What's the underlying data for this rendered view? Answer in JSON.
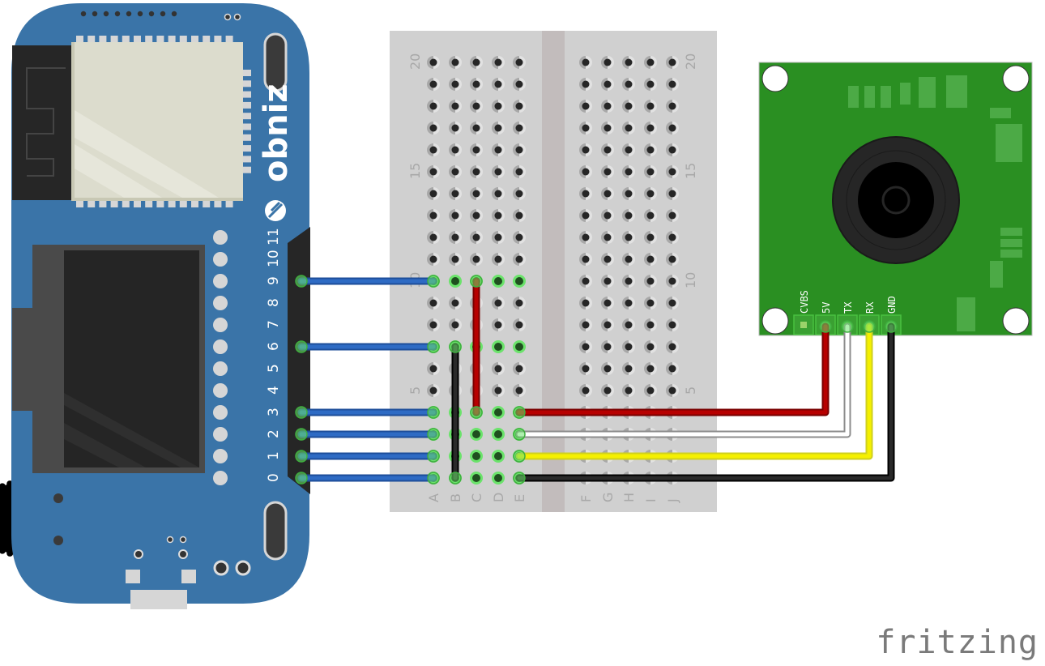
{
  "diagram": {
    "tool_watermark": "fritzing",
    "colors": {
      "board_blue": "#3a74a8",
      "board_dark": "#262626",
      "module_cream": "#dcdccd",
      "breadboard": "#d0d0d0",
      "breadboard_channel": "#c2bcbc",
      "camera_pcb": "#2a8f22",
      "wire_blue": "#2e6bc4",
      "wire_red": "#b70000",
      "wire_black": "#2a2a2a",
      "wire_white": "#ffffff",
      "wire_yellow": "#f5f000",
      "connected_highlight": "#6be36b"
    },
    "obniz": {
      "logo_text": "obniz",
      "pin_labels": [
        "0",
        "1",
        "2",
        "3",
        "4",
        "5",
        "6",
        "7",
        "8",
        "9",
        "10",
        "11"
      ]
    },
    "breadboard": {
      "left_columns": [
        "A",
        "B",
        "C",
        "D",
        "E"
      ],
      "right_columns": [
        "F",
        "G",
        "H",
        "I",
        "J"
      ],
      "row_number_labels": [
        "5",
        "10",
        "15",
        "20"
      ],
      "rows": 20
    },
    "camera": {
      "pin_labels": [
        "CVBS",
        "5V",
        "TX",
        "RX",
        "GND"
      ]
    },
    "connections": [
      {
        "from": "obniz pin 9",
        "to": "breadboard A10",
        "color": "blue"
      },
      {
        "from": "obniz pin 6",
        "to": "breadboard A7",
        "color": "blue"
      },
      {
        "from": "obniz pin 3",
        "to": "breadboard A4",
        "color": "blue"
      },
      {
        "from": "obniz pin 2",
        "to": "breadboard A3",
        "color": "blue"
      },
      {
        "from": "obniz pin 1",
        "to": "breadboard A2",
        "color": "blue"
      },
      {
        "from": "obniz pin 0",
        "to": "breadboard A1",
        "color": "blue"
      },
      {
        "from": "breadboard C10",
        "to": "breadboard C4",
        "color": "red"
      },
      {
        "from": "breadboard B7",
        "to": "breadboard B1",
        "color": "black"
      },
      {
        "from": "breadboard E4",
        "to": "camera 5V",
        "color": "red"
      },
      {
        "from": "breadboard E3",
        "to": "camera TX",
        "color": "white"
      },
      {
        "from": "breadboard E2",
        "to": "camera RX",
        "color": "yellow"
      },
      {
        "from": "breadboard E1",
        "to": "camera GND",
        "color": "black"
      }
    ]
  }
}
